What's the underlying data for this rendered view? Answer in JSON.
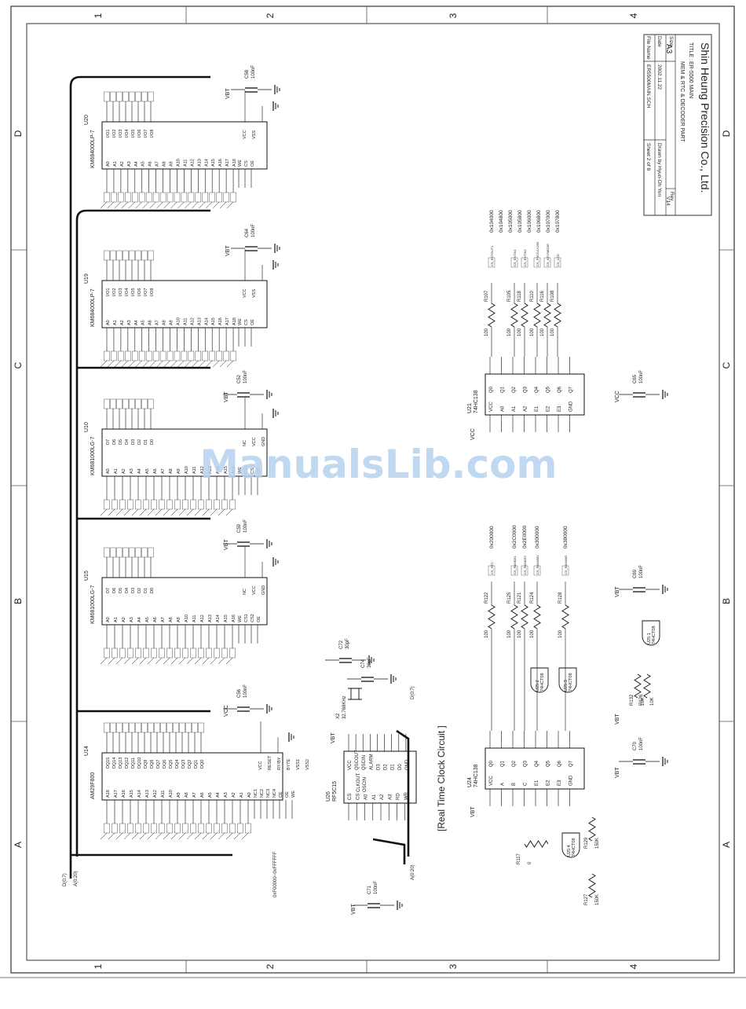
{
  "watermark": "ManualsLib.com",
  "title_block": {
    "company": "Shin Heung Precision Co., Ltd.",
    "title_prefix": "TITLE :",
    "title_line1": "ER-5500 MAIN",
    "title_line2": "MEM & RTC & DECODER PART",
    "size_label": "Size",
    "size_value": "A3",
    "rev_label": "Rev",
    "rev_value": "V14",
    "date_label": "Date",
    "date_value": "2002.11.22",
    "drawn_by": "Drawn by Hyun-Oh Yun",
    "filename_label": "File Name",
    "filename_value": "ER5500MAIN.SCH",
    "sheet": "Sheet   2   of   8"
  },
  "border": {
    "top_numbers": [
      "1",
      "2",
      "3",
      "4"
    ],
    "side_letters": [
      "D",
      "C",
      "B",
      "A"
    ]
  },
  "chips": {
    "u20": {
      "ref": "U20",
      "part": "KM684000LP-7",
      "pins_left": [
        "A0",
        "A1",
        "A2",
        "A3",
        "A4",
        "A5",
        "A6",
        "A7",
        "A8",
        "A9",
        "A10",
        "A11",
        "A12",
        "A13",
        "A14",
        "A15",
        "A16",
        "A17",
        "A18"
      ],
      "pins_right": [
        "I/O1",
        "I/O2",
        "I/O3",
        "I/O4",
        "I/O5",
        "I/O6",
        "I/O7",
        "I/O8"
      ],
      "pins_ctl": [
        "WE",
        "CS",
        "OE"
      ],
      "power": [
        "VCC",
        "VSS"
      ]
    },
    "u19": {
      "ref": "U19",
      "part": "KM684000LP-7",
      "pins_left": [
        "A0",
        "A1",
        "A2",
        "A3",
        "A4",
        "A5",
        "A6",
        "A7",
        "A8",
        "A9",
        "A10",
        "A11",
        "A12",
        "A13",
        "A14",
        "A15",
        "A16",
        "A17",
        "A18"
      ],
      "pins_right": [
        "I/O1",
        "I/O2",
        "I/O3",
        "I/O4",
        "I/O5",
        "I/O6",
        "I/O7",
        "I/O8"
      ],
      "pins_ctl": [
        "WE",
        "CS",
        "OE"
      ],
      "power": [
        "VCC",
        "VSS"
      ]
    },
    "u10": {
      "ref": "U10",
      "part": "KM681000LG-7",
      "pins_left": [
        "A0",
        "A1",
        "A2",
        "A3",
        "A4",
        "A5",
        "A6",
        "A7",
        "A8",
        "A9",
        "A10",
        "A11",
        "A12",
        "A13",
        "A14",
        "A15",
        "A16"
      ],
      "pins_right": [
        "D7",
        "D6",
        "D5",
        "D4",
        "D3",
        "D2",
        "D1",
        "D0"
      ],
      "pins_ctl": [
        "WE",
        "CS1",
        "CS 2",
        "OE"
      ],
      "power": [
        "NC",
        "VCC",
        "GND"
      ]
    },
    "u15": {
      "ref": "U15",
      "part": "KM681000LG-7",
      "pins_left": [
        "A0",
        "A1",
        "A2",
        "A3",
        "A4",
        "A5",
        "A6",
        "A7",
        "A8",
        "A9",
        "A10",
        "A11",
        "A12",
        "A13",
        "A14",
        "A15",
        "A16"
      ],
      "pins_right": [
        "D7",
        "D6",
        "D5",
        "D4",
        "D3",
        "D2",
        "D1",
        "D0"
      ],
      "pins_ctl": [
        "WE",
        "CS1",
        "CS2",
        "OE"
      ],
      "power": [
        "NC",
        "VCC",
        "GND"
      ]
    },
    "u14": {
      "ref": "U14",
      "part": "AM29F800",
      "pins_left": [
        "A18",
        "A17",
        "A16",
        "A15",
        "A14",
        "A13",
        "A12",
        "A11",
        "A10",
        "A9",
        "A8",
        "A7",
        "A6",
        "A5",
        "A4",
        "A3",
        "A2",
        "A1",
        "A0"
      ],
      "pins_right": [
        "DQ15",
        "DQ14",
        "DQ13",
        "DQ12",
        "DQ11",
        "DQ10",
        "DQ9",
        "DQ8",
        "DQ7",
        "DQ6",
        "DQ5",
        "DQ4",
        "DQ3",
        "DQ2",
        "DQ1",
        "DQ0"
      ],
      "pins_ctl": [
        "NC1",
        "NC2",
        "NC3",
        "NC4",
        "CE",
        "OE",
        "WE"
      ],
      "power": [
        "VCC",
        "RESET",
        "RY/BY",
        "BYTE",
        "VSS1",
        "VSS2"
      ]
    },
    "u26": {
      "ref": "U26",
      "part": "RF5C15",
      "pins_left": [
        "CS",
        "CS",
        "A0",
        "A1",
        "A2",
        "A3",
        "RD",
        "WR"
      ],
      "pins_right": [
        "VCC",
        "QSCOUT",
        "QSCIN",
        "ALARM",
        "D3",
        "D2",
        "D1",
        "D0",
        "GND"
      ],
      "pins_ctl": [
        "CLKOUT",
        "OSCIN"
      ]
    },
    "u24": {
      "ref": "U24",
      "part": "74HC138",
      "pins_left": [
        "VCC",
        "A",
        "B",
        "C",
        "E1",
        "E2",
        "E3",
        "GND"
      ],
      "pins_right": [
        "Q0",
        "Q1",
        "Q2",
        "Q3",
        "Q4",
        "Q5",
        "Q6",
        "Q7"
      ]
    },
    "u21": {
      "ref": "U21",
      "part": "74HC138",
      "pins_left": [
        "VCC",
        "A0",
        "A1",
        "A2",
        "E1",
        "E2",
        "E3",
        "GND"
      ],
      "pins_right": [
        "Q0",
        "Q1",
        "Q2",
        "Q3",
        "Q4",
        "Q5",
        "Q6",
        "Q7"
      ]
    }
  },
  "caps": [
    {
      "ref": "C58",
      "value": "100nF"
    },
    {
      "ref": "C64",
      "value": "100nF"
    },
    {
      "ref": "C52",
      "value": "100nF"
    },
    {
      "ref": "C59",
      "value": "100nF"
    },
    {
      "ref": "C56",
      "value": "100nF"
    },
    {
      "ref": "C72",
      "value": "30pF"
    },
    {
      "ref": "C74",
      "value": "30pF"
    },
    {
      "ref": "C71",
      "value": "100nF"
    },
    {
      "ref": "C70",
      "value": "100nF"
    },
    {
      "ref": "C69",
      "value": "100nF"
    },
    {
      "ref": "C65",
      "value": "100nF"
    }
  ],
  "crystal": {
    "ref": "X2",
    "value": "32.768KHz"
  },
  "resistors": {
    "r_decoder_b": [
      {
        "ref": "R122",
        "value": "100"
      },
      {
        "ref": "R125",
        "value": "100"
      },
      {
        "ref": "R121",
        "value": "100"
      },
      {
        "ref": "R124",
        "value": "100"
      },
      {
        "ref": "R128",
        "value": "100"
      }
    ],
    "r_decoder_c": [
      {
        "ref": "R107",
        "value": "100"
      },
      {
        "ref": "R105",
        "value": "100"
      },
      {
        "ref": "R118",
        "value": "100"
      },
      {
        "ref": "R110",
        "value": "100"
      },
      {
        "ref": "R116",
        "value": "100"
      },
      {
        "ref": "R108",
        "value": "100"
      }
    ],
    "misc": [
      {
        "ref": "R117",
        "value": "0"
      },
      {
        "ref": "R129",
        "value": "150K"
      },
      {
        "ref": "R127",
        "value": "150K"
      },
      {
        "ref": "R132",
        "value": "10K"
      },
      {
        "ref": "R126",
        "value": "10K"
      }
    ]
  },
  "gates": [
    {
      "ref": "U25:2",
      "part": "74HCT08"
    },
    {
      "ref": "U25:3",
      "part": "74HCT08"
    },
    {
      "ref": "U25:1",
      "part": "74HCT08"
    },
    {
      "ref": "U25:4",
      "part": "74HCT08"
    }
  ],
  "nets": {
    "vbt": "VBT",
    "vcc": "VCC",
    "bus_d": "D(0:7)",
    "bus_a": "A(0:20)",
    "bus_a2": "A(0:20)",
    "bus_d2": "D(0:7)",
    "rtc_label": "[Real Time Clock Circuit ]",
    "flash_range": "0xF00000~0xFFFFFF"
  },
  "addr_b": [
    "0x200000",
    "0x2C0000",
    "0x2E0000",
    "0x300000",
    "0x380000"
  ],
  "addr_c": [
    "0x104000",
    "0x104800",
    "0x105000",
    "0x105800",
    "0x106000",
    "0x106800",
    "0x107000",
    "0x107800"
  ],
  "sig_b": [
    "CS_RTC",
    "CS_RAM1E1",
    "CS_RAM1E2",
    "CS_RAM4M1",
    "CS_RAM4M2"
  ],
  "sig_c": [
    "CS_EXTOUT1",
    "CS_EXTIN1",
    "CS_EXTIN2",
    "CS_PSC/VLX255",
    "CS_KEY/MODE",
    "CS_LCD"
  ]
}
